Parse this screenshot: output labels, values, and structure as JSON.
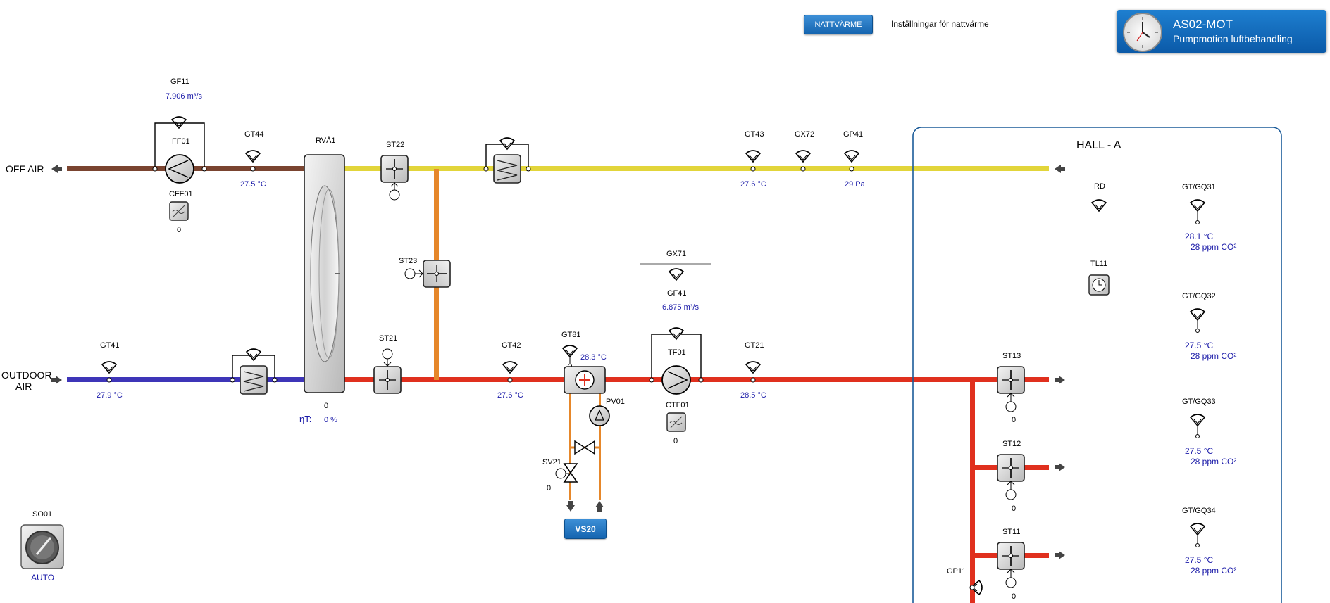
{
  "header": {
    "natt_button": "NATTVÄRME",
    "natt_link": "Inställningar för nattvärme",
    "title": "AS02-MOT",
    "subtitle": "Pumpmotion luftbehandling"
  },
  "colors": {
    "exhaust": "#7a4430",
    "extract": "#e2d53a",
    "outdoor": "#3e35b8",
    "supply": "#e0301e",
    "water": "#e6872a",
    "accent": "#1565b0"
  },
  "left": {
    "off_air": "OFF AIR",
    "outdoor_air_1": "OUTDOOR",
    "outdoor_air_2": "AIR"
  },
  "exhaust_line": {
    "gf11": {
      "name": "GF11",
      "value": "7.906  m³/s"
    },
    "ff01": "FF01",
    "cff01": {
      "name": "CFF01",
      "value": "0"
    },
    "gt44": {
      "name": "GT44",
      "value": "27.5  °C"
    },
    "rva1": {
      "name": "RVÅ1",
      "value": "0"
    },
    "eta": {
      "label": "ηT:",
      "value": "0  %"
    }
  },
  "extract_line": {
    "st22": "ST22",
    "st23": "ST23",
    "gt43": {
      "name": "GT43",
      "value": "27.6  °C"
    },
    "gx72": "GX72",
    "gp41": {
      "name": "GP41",
      "value": "29  Pa"
    }
  },
  "supply_line": {
    "gt41": {
      "name": "GT41",
      "value": "27.9  °C"
    },
    "st21": "ST21",
    "gt42": {
      "name": "GT42",
      "value": "27.6  °C"
    },
    "gt81": {
      "name": "GT81",
      "value": "28.3  °C"
    },
    "pv01": "PV01",
    "sv21": {
      "name": "SV21",
      "value": "0"
    },
    "vs20": "VS20",
    "gx71": "GX71",
    "gf41": {
      "name": "GF41",
      "value": "6.875  m³/s"
    },
    "tf01": "TF01",
    "ctf01": {
      "name": "CTF01",
      "value": "0"
    },
    "gt21": {
      "name": "GT21",
      "value": "28.5  °C"
    }
  },
  "hall": {
    "title": "HALL - A",
    "rd": "RD",
    "tl11": "TL11",
    "st13": {
      "name": "ST13",
      "value": "0"
    },
    "st12": {
      "name": "ST12",
      "value": "0"
    },
    "st11": {
      "name": "ST11",
      "value": "0"
    },
    "gp11": "GP11",
    "sensors": [
      {
        "name": "GT/GQ31",
        "temp": "28.1 °C",
        "co2": "28 ppm CO²"
      },
      {
        "name": "GT/GQ32",
        "temp": "27.5 °C",
        "co2": "28 ppm CO²"
      },
      {
        "name": "GT/GQ33",
        "temp": "27.5 °C",
        "co2": "28 ppm CO²"
      },
      {
        "name": "GT/GQ34",
        "temp": "27.5 °C",
        "co2": "28 ppm CO²"
      }
    ]
  },
  "so01": {
    "name": "SO01",
    "mode": "AUTO"
  }
}
